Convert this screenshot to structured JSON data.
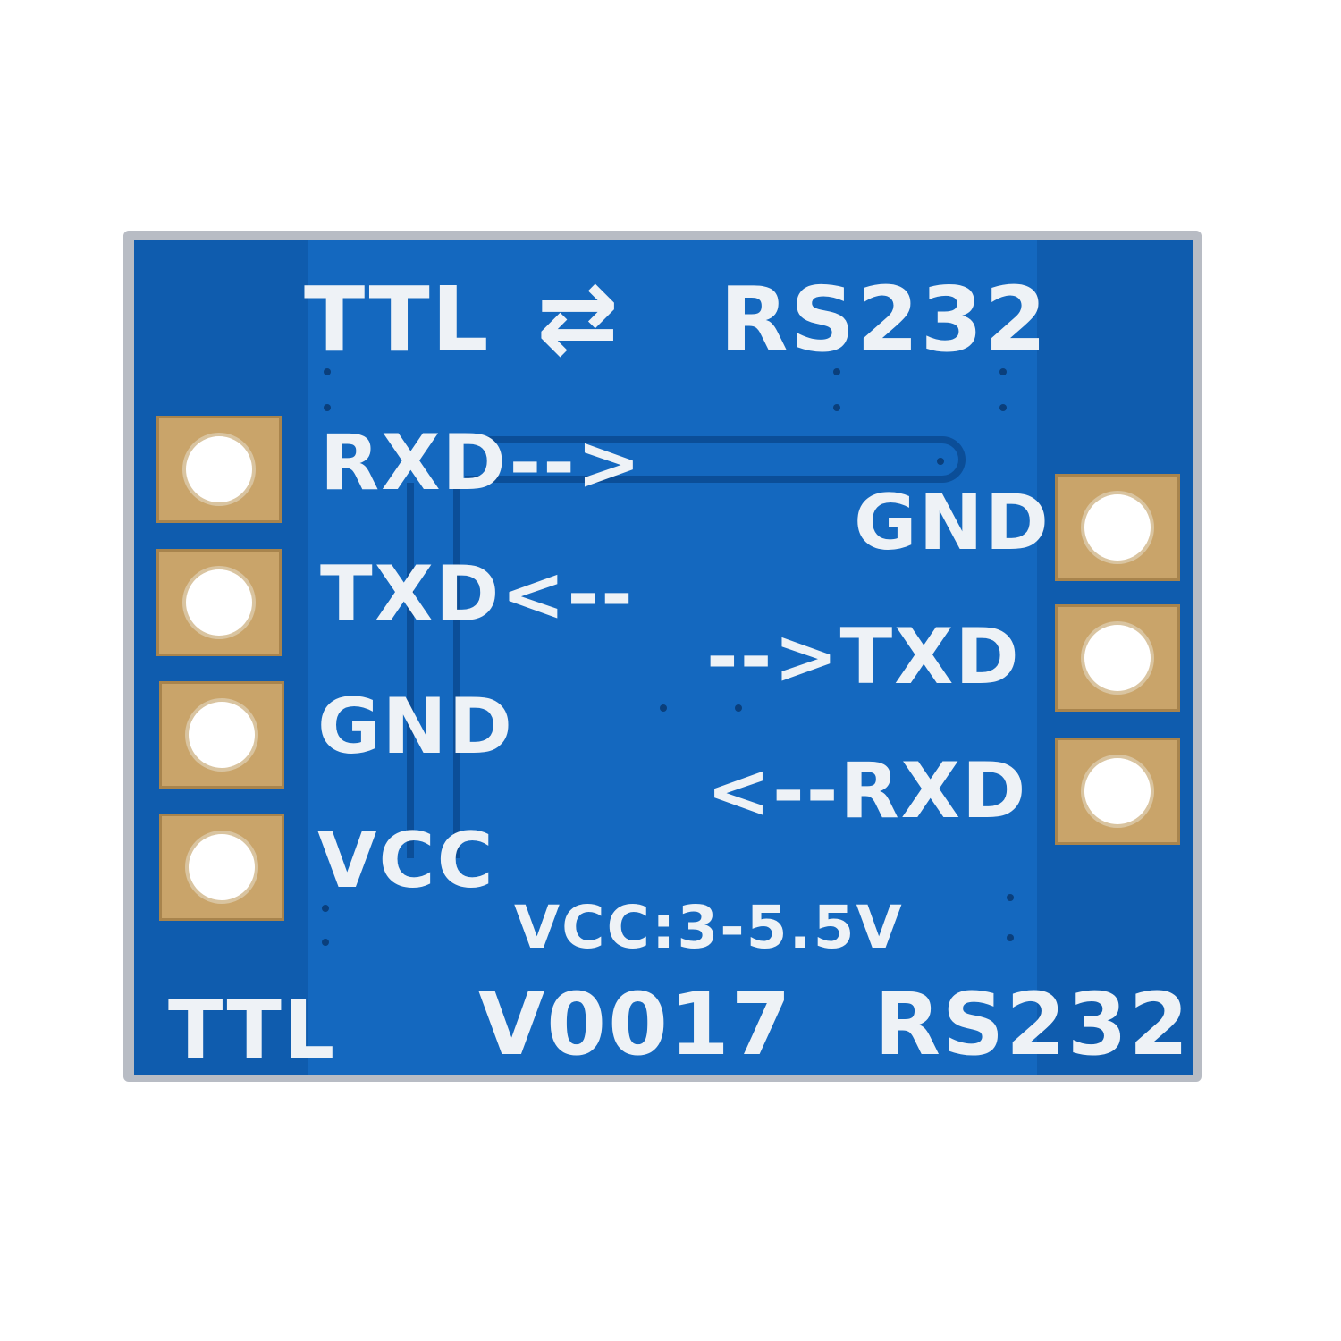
{
  "board": {
    "title_left": "TTL",
    "title_arrow": "⇄",
    "title_right": "RS232",
    "left_pins": [
      "RXD-->",
      "TXD<--",
      "GND",
      "VCC"
    ],
    "right_pins": [
      "GND",
      "-->TXD",
      "<--RXD"
    ],
    "voltage": "VCC:3-5.5V",
    "bottom_left": "TTL",
    "bottom_center": "V0017",
    "bottom_right": "RS232"
  },
  "colors": {
    "pcb": "#0f5cae",
    "silkscreen": "#eef2f6",
    "pad": "#c9a46a"
  }
}
